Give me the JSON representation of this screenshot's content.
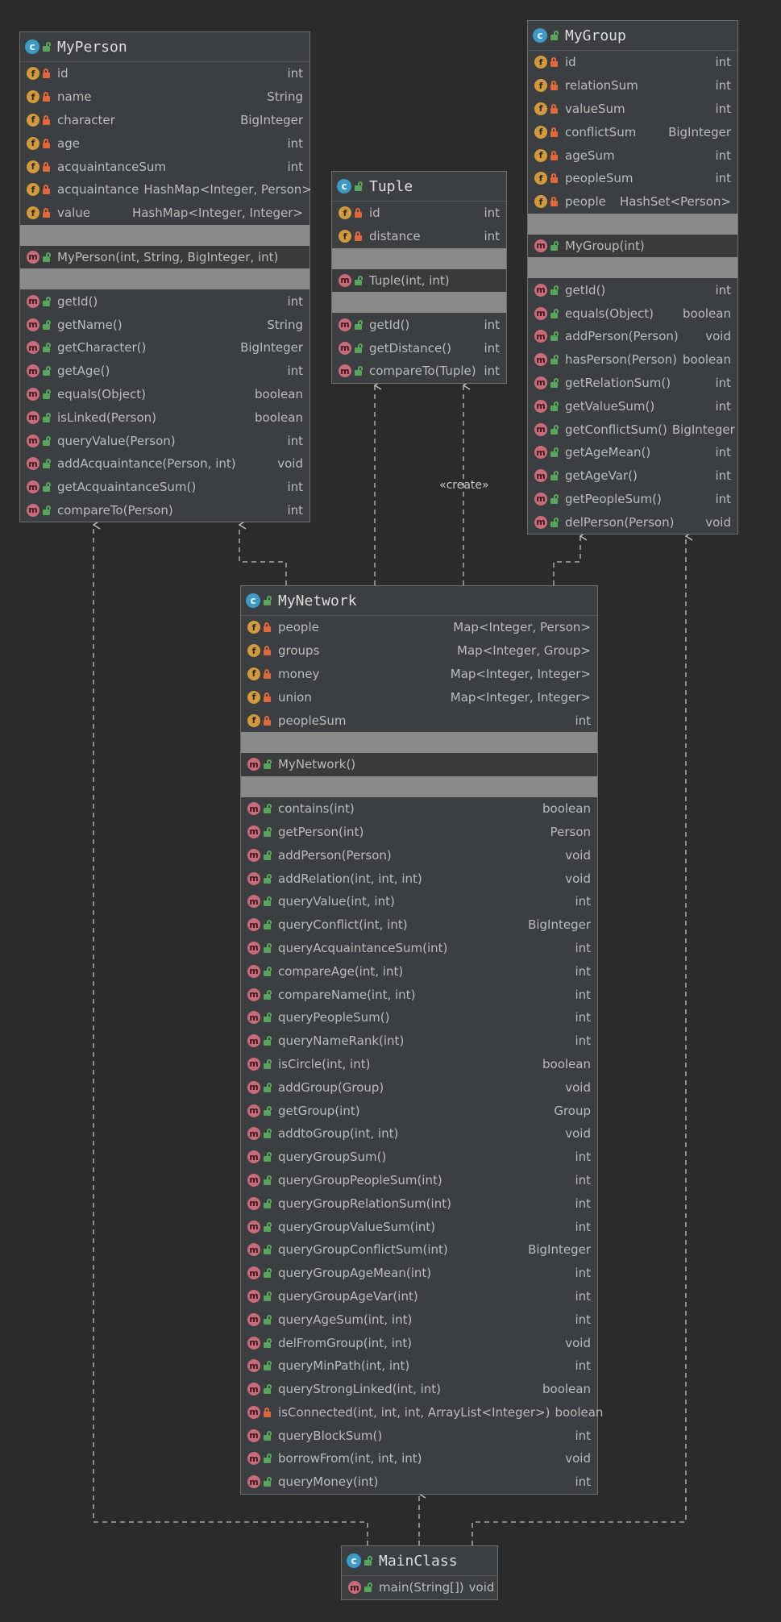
{
  "diagram": {
    "classes": {
      "myperson": {
        "name": "MyPerson",
        "fields": [
          {
            "name": "id",
            "type": "int",
            "vis": "private"
          },
          {
            "name": "name",
            "type": "String",
            "vis": "private"
          },
          {
            "name": "character",
            "type": "BigInteger",
            "vis": "private"
          },
          {
            "name": "age",
            "type": "int",
            "vis": "private"
          },
          {
            "name": "acquaintanceSum",
            "type": "int",
            "vis": "private"
          },
          {
            "name": "acquaintance",
            "type": "HashMap<Integer, Person>",
            "vis": "private"
          },
          {
            "name": "value",
            "type": "HashMap<Integer, Integer>",
            "vis": "private"
          }
        ],
        "constructors": [
          {
            "name": "MyPerson(int, String, BigInteger, int)",
            "type": "",
            "vis": "public"
          }
        ],
        "methods": [
          {
            "name": "getId()",
            "type": "int",
            "vis": "public"
          },
          {
            "name": "getName()",
            "type": "String",
            "vis": "public"
          },
          {
            "name": "getCharacter()",
            "type": "BigInteger",
            "vis": "public"
          },
          {
            "name": "getAge()",
            "type": "int",
            "vis": "public"
          },
          {
            "name": "equals(Object)",
            "type": "boolean",
            "vis": "public"
          },
          {
            "name": "isLinked(Person)",
            "type": "boolean",
            "vis": "public"
          },
          {
            "name": "queryValue(Person)",
            "type": "int",
            "vis": "public"
          },
          {
            "name": "addAcquaintance(Person, int)",
            "type": "void",
            "vis": "public"
          },
          {
            "name": "getAcquaintanceSum()",
            "type": "int",
            "vis": "public"
          },
          {
            "name": "compareTo(Person)",
            "type": "int",
            "vis": "public"
          }
        ]
      },
      "tuple": {
        "name": "Tuple",
        "fields": [
          {
            "name": "id",
            "type": "int",
            "vis": "private"
          },
          {
            "name": "distance",
            "type": "int",
            "vis": "private"
          }
        ],
        "constructors": [
          {
            "name": "Tuple(int, int)",
            "type": "",
            "vis": "public"
          }
        ],
        "methods": [
          {
            "name": "getId()",
            "type": "int",
            "vis": "public"
          },
          {
            "name": "getDistance()",
            "type": "int",
            "vis": "public"
          },
          {
            "name": "compareTo(Tuple)",
            "type": "int",
            "vis": "public"
          }
        ]
      },
      "mygroup": {
        "name": "MyGroup",
        "fields": [
          {
            "name": "id",
            "type": "int",
            "vis": "private"
          },
          {
            "name": "relationSum",
            "type": "int",
            "vis": "private"
          },
          {
            "name": "valueSum",
            "type": "int",
            "vis": "private"
          },
          {
            "name": "conflictSum",
            "type": "BigInteger",
            "vis": "private"
          },
          {
            "name": "ageSum",
            "type": "int",
            "vis": "private"
          },
          {
            "name": "peopleSum",
            "type": "int",
            "vis": "private"
          },
          {
            "name": "people",
            "type": "HashSet<Person>",
            "vis": "private"
          }
        ],
        "constructors": [
          {
            "name": "MyGroup(int)",
            "type": "",
            "vis": "public"
          }
        ],
        "methods": [
          {
            "name": "getId()",
            "type": "int",
            "vis": "public"
          },
          {
            "name": "equals(Object)",
            "type": "boolean",
            "vis": "public"
          },
          {
            "name": "addPerson(Person)",
            "type": "void",
            "vis": "public"
          },
          {
            "name": "hasPerson(Person)",
            "type": "boolean",
            "vis": "public"
          },
          {
            "name": "getRelationSum()",
            "type": "int",
            "vis": "public"
          },
          {
            "name": "getValueSum()",
            "type": "int",
            "vis": "public"
          },
          {
            "name": "getConflictSum()",
            "type": "BigInteger",
            "vis": "public"
          },
          {
            "name": "getAgeMean()",
            "type": "int",
            "vis": "public"
          },
          {
            "name": "getAgeVar()",
            "type": "int",
            "vis": "public"
          },
          {
            "name": "getPeopleSum()",
            "type": "int",
            "vis": "public"
          },
          {
            "name": "delPerson(Person)",
            "type": "void",
            "vis": "public"
          }
        ]
      },
      "mynetwork": {
        "name": "MyNetwork",
        "fields": [
          {
            "name": "people",
            "type": "Map<Integer, Person>",
            "vis": "private"
          },
          {
            "name": "groups",
            "type": "Map<Integer, Group>",
            "vis": "private"
          },
          {
            "name": "money",
            "type": "Map<Integer, Integer>",
            "vis": "private"
          },
          {
            "name": "union",
            "type": "Map<Integer, Integer>",
            "vis": "private"
          },
          {
            "name": "peopleSum",
            "type": "int",
            "vis": "private"
          }
        ],
        "constructors": [
          {
            "name": "MyNetwork()",
            "type": "",
            "vis": "public"
          }
        ],
        "methods": [
          {
            "name": "contains(int)",
            "type": "boolean",
            "vis": "public"
          },
          {
            "name": "getPerson(int)",
            "type": "Person",
            "vis": "public"
          },
          {
            "name": "addPerson(Person)",
            "type": "void",
            "vis": "public"
          },
          {
            "name": "addRelation(int, int, int)",
            "type": "void",
            "vis": "public"
          },
          {
            "name": "queryValue(int, int)",
            "type": "int",
            "vis": "public"
          },
          {
            "name": "queryConflict(int, int)",
            "type": "BigInteger",
            "vis": "public"
          },
          {
            "name": "queryAcquaintanceSum(int)",
            "type": "int",
            "vis": "public"
          },
          {
            "name": "compareAge(int, int)",
            "type": "int",
            "vis": "public"
          },
          {
            "name": "compareName(int, int)",
            "type": "int",
            "vis": "public"
          },
          {
            "name": "queryPeopleSum()",
            "type": "int",
            "vis": "public"
          },
          {
            "name": "queryNameRank(int)",
            "type": "int",
            "vis": "public"
          },
          {
            "name": "isCircle(int, int)",
            "type": "boolean",
            "vis": "public"
          },
          {
            "name": "addGroup(Group)",
            "type": "void",
            "vis": "public"
          },
          {
            "name": "getGroup(int)",
            "type": "Group",
            "vis": "public"
          },
          {
            "name": "addtoGroup(int, int)",
            "type": "void",
            "vis": "public"
          },
          {
            "name": "queryGroupSum()",
            "type": "int",
            "vis": "public"
          },
          {
            "name": "queryGroupPeopleSum(int)",
            "type": "int",
            "vis": "public"
          },
          {
            "name": "queryGroupRelationSum(int)",
            "type": "int",
            "vis": "public"
          },
          {
            "name": "queryGroupValueSum(int)",
            "type": "int",
            "vis": "public"
          },
          {
            "name": "queryGroupConflictSum(int)",
            "type": "BigInteger",
            "vis": "public"
          },
          {
            "name": "queryGroupAgeMean(int)",
            "type": "int",
            "vis": "public"
          },
          {
            "name": "queryGroupAgeVar(int)",
            "type": "int",
            "vis": "public"
          },
          {
            "name": "queryAgeSum(int, int)",
            "type": "int",
            "vis": "public"
          },
          {
            "name": "delFromGroup(int, int)",
            "type": "void",
            "vis": "public"
          },
          {
            "name": "queryMinPath(int, int)",
            "type": "int",
            "vis": "public"
          },
          {
            "name": "queryStrongLinked(int, int)",
            "type": "boolean",
            "vis": "public"
          },
          {
            "name": "isConnected(int, int, int, ArrayList<Integer>)",
            "type": "boolean",
            "vis": "private"
          },
          {
            "name": "queryBlockSum()",
            "type": "int",
            "vis": "public"
          },
          {
            "name": "borrowFrom(int, int, int)",
            "type": "void",
            "vis": "public"
          },
          {
            "name": "queryMoney(int)",
            "type": "int",
            "vis": "public"
          }
        ]
      },
      "mainclass": {
        "name": "MainClass",
        "fields": [],
        "constructors": [],
        "methods": [
          {
            "name": "main(String[])",
            "type": "void",
            "vis": "public"
          }
        ]
      }
    },
    "edge_labels": {
      "create": "«create»"
    },
    "colors": {
      "background": "#2b2b2b",
      "class_fill": "#3c3f41",
      "separator": "#8a8a8a",
      "field_badge": "#d39a3b",
      "method_badge": "#c96b7a",
      "class_badge": "#3d9ac6",
      "private_lock": "#e0683b",
      "public_lock": "#58a55c",
      "edge": "#bfbfbf"
    }
  }
}
